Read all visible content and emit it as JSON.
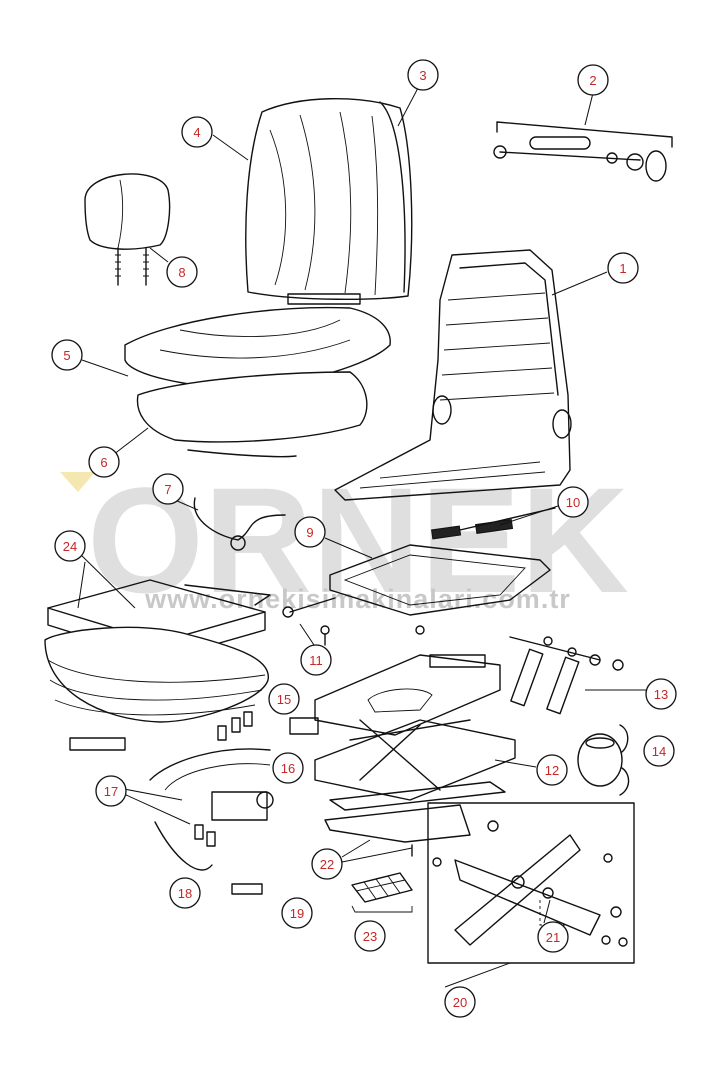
{
  "diagram": {
    "watermark_text": "ORNEK",
    "watermark_url": "www.ornekisimakinalari.com.tr",
    "colors": {
      "callout_text": "#c62828",
      "callout_stroke": "#111111",
      "watermark": "#d9d9d9",
      "watermark_url": "#c8c8c8",
      "watermark_accent": "#f4e7b0"
    },
    "callouts": [
      {
        "number": "1"
      },
      {
        "number": "2"
      },
      {
        "number": "3"
      },
      {
        "number": "4"
      },
      {
        "number": "5"
      },
      {
        "number": "6"
      },
      {
        "number": "7"
      },
      {
        "number": "8"
      },
      {
        "number": "9"
      },
      {
        "number": "10"
      },
      {
        "number": "11"
      },
      {
        "number": "12"
      },
      {
        "number": "13"
      },
      {
        "number": "14"
      },
      {
        "number": "15"
      },
      {
        "number": "16"
      },
      {
        "number": "17"
      },
      {
        "number": "18"
      },
      {
        "number": "19"
      },
      {
        "number": "20"
      },
      {
        "number": "21"
      },
      {
        "number": "22"
      },
      {
        "number": "23"
      },
      {
        "number": "24"
      }
    ]
  }
}
